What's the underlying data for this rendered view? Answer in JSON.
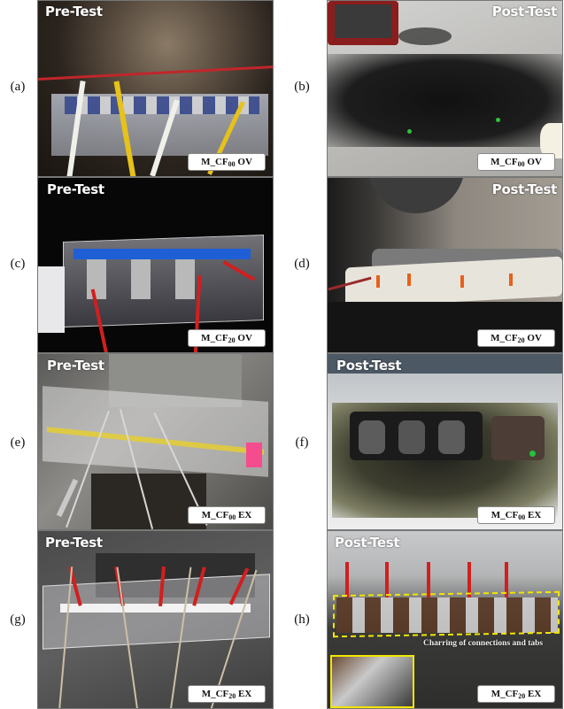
{
  "figure": {
    "panels": [
      {
        "id": "a",
        "label": "(a)",
        "stage": "Pre-Test",
        "module": "M_CF",
        "sub": "00",
        "mode": "OV",
        "scene": "Battery module in test chamber with yellow/white wired thermocouples and green/red connectors"
      },
      {
        "id": "b",
        "label": "(b)",
        "stage": "Post-Test",
        "module": "M_CF",
        "sub": "00",
        "mode": "OV",
        "scene": "Charred, blackened battery cells scattered on concrete with debris"
      },
      {
        "id": "c",
        "label": "(c)",
        "stage": "Pre-Test",
        "module": "M_CF",
        "sub": "20",
        "mode": "OV",
        "scene": "Clear acrylic enclosure with blue-wrapped cells and red/orange probes on dark background"
      },
      {
        "id": "d",
        "label": "(d)",
        "stage": "Post-Test",
        "module": "M_CF",
        "sub": "20",
        "mode": "OV",
        "scene": "Melted white casing with black/orange connectors in smoky chamber"
      },
      {
        "id": "e",
        "label": "(e)",
        "stage": "Pre-Test",
        "module": "M_CF",
        "sub": "00",
        "mode": "EX",
        "scene": "Top view of module with many thermocouple wires, tools and a pink 'Module 2' note"
      },
      {
        "id": "f",
        "label": "(f)",
        "stage": "Post-Test",
        "module": "M_CF",
        "sub": "00",
        "mode": "EX",
        "scene": "Burned module residue on grey tray with copper wires and green connector"
      },
      {
        "id": "g",
        "label": "(g)",
        "stage": "Pre-Test",
        "module": "M_CF",
        "sub": "20",
        "mode": "EX",
        "scene": "Acrylic enclosure with red and black clips and long braided thermocouple wires"
      },
      {
        "id": "h",
        "label": "(h)",
        "stage": "Post-Test",
        "module": "M_CF",
        "sub": "20",
        "mode": "EX",
        "scene": "Module with charred connections inside yellow dashed highlight and inset close-up",
        "annotation": "Charring of connections and tabs"
      }
    ]
  },
  "colors": {
    "badge_bg": "#ffffff",
    "tag_text": "#ffffff",
    "highlight": "#f2e600"
  }
}
